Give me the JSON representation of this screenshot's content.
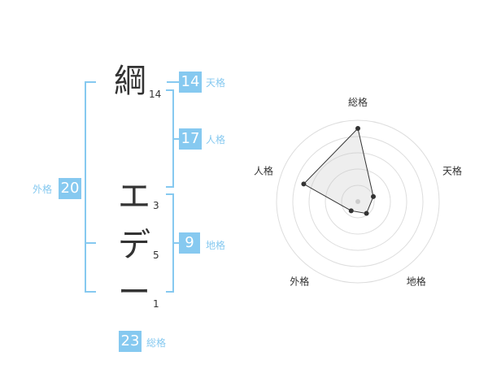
{
  "name": {
    "characters": [
      {
        "char": "綱",
        "strokes": "14"
      },
      {
        "char": "エ",
        "strokes": "3"
      },
      {
        "char": "デ",
        "strokes": "5"
      },
      {
        "char": "ー",
        "strokes": "1"
      }
    ]
  },
  "fortune": {
    "tenkaku": {
      "value": "14",
      "label": "天格"
    },
    "jinkaku": {
      "value": "17",
      "label": "人格"
    },
    "chikaku": {
      "value": "9",
      "label": "地格"
    },
    "gaikaku": {
      "value": "20",
      "label": "外格"
    },
    "soukaku": {
      "value": "23",
      "label": "総格"
    }
  },
  "colors": {
    "accent": "#86c9f0",
    "text": "#333333"
  },
  "chart_data": {
    "type": "radar",
    "axes": [
      "総格",
      "天格",
      "地格",
      "外格",
      "人格"
    ],
    "values": [
      4.5,
      1.0,
      0.9,
      0.7,
      3.5
    ],
    "max": 5,
    "rings": 5
  }
}
